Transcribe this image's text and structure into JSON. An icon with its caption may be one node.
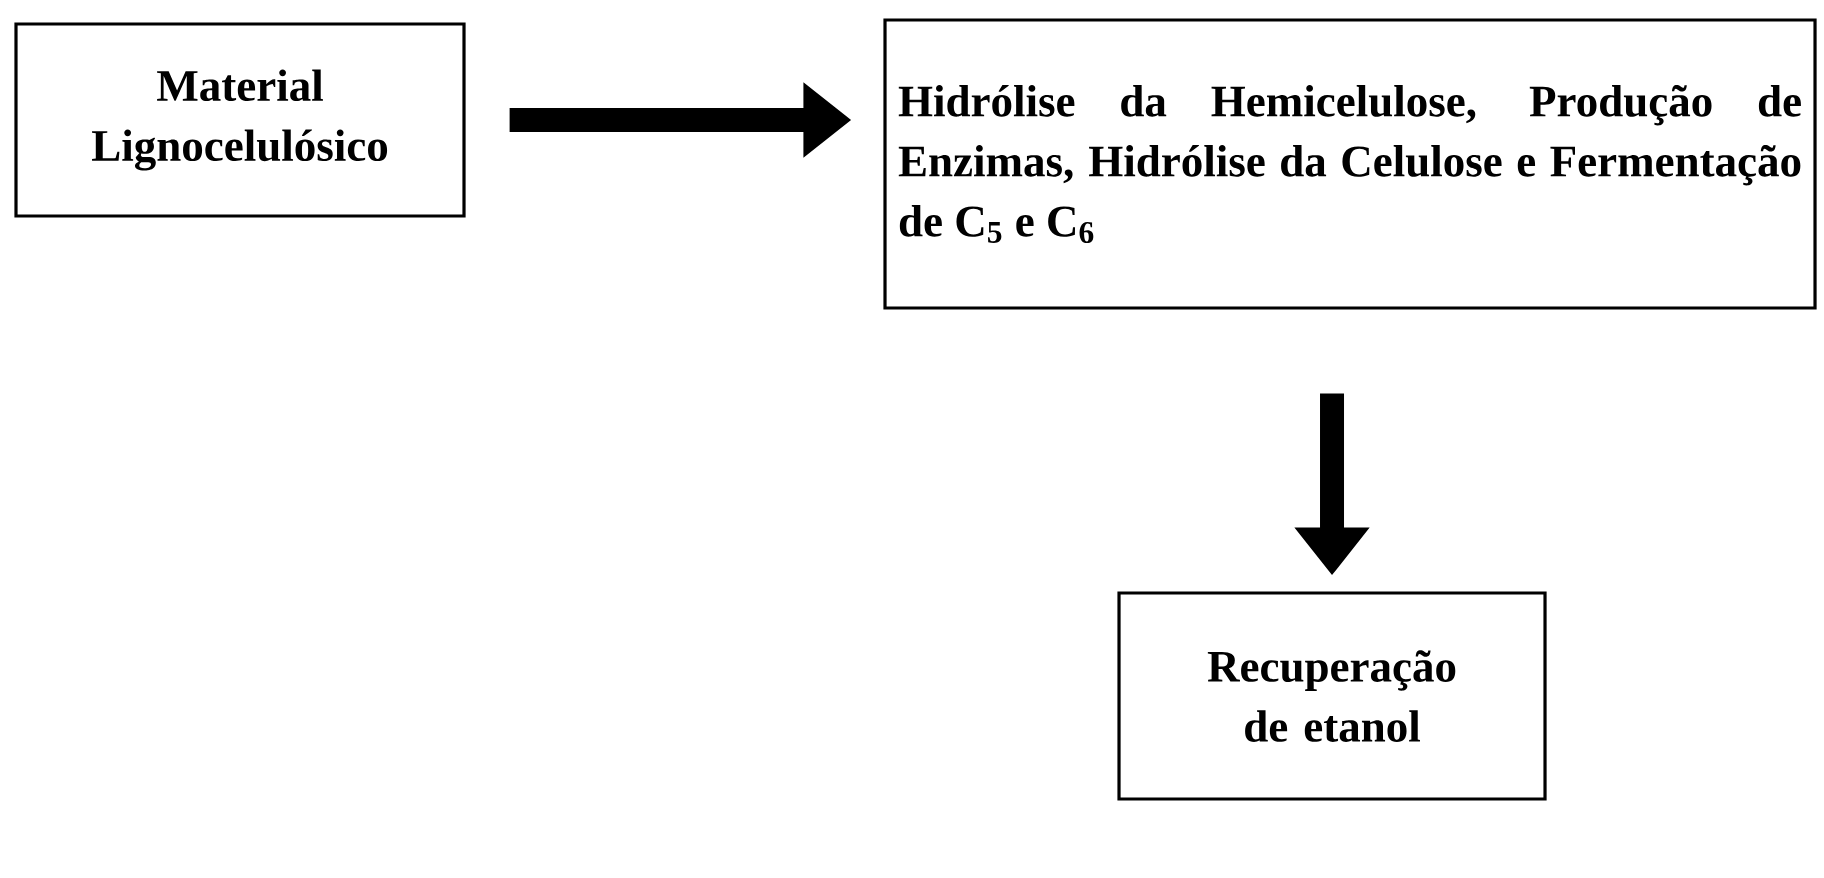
{
  "diagram": {
    "nodes": [
      {
        "text": [
          "Material Lignocelulósico"
        ]
      },
      {
        "text": [
          "Hidrólise da Hemicelulose, Produção de Enzimas, Hidrólise da Celulose e Fermentação de C$_{5}$ e C$_{6}$"
        ]
      },
      {
        "text": [
          "Recuperação de etanol"
        ]
      }
    ],
    "edges": [
      {
        "from": 0,
        "to": 1,
        "arrow": "to"
      },
      {
        "from": 1,
        "to": 2,
        "arrow": "to"
      }
    ]
  }
}
